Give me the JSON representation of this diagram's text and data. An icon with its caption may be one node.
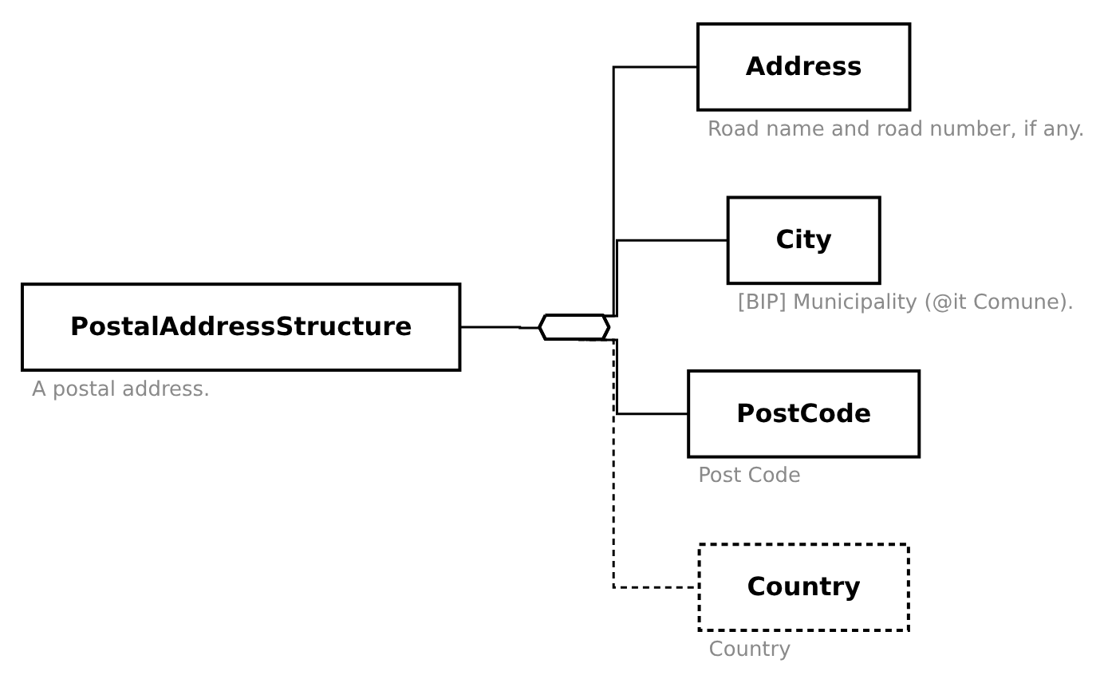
{
  "diagram": {
    "nodes": [
      {
        "text": [
          "PostalAddressStructure"
        ],
        "beside": [
          "A postal address."
        ]
      },
      {
        "text": [],
        "shape": "octagon"
      },
      {
        "text": [
          "Address"
        ],
        "beside": [
          "Road name and road number, if any."
        ]
      },
      {
        "text": [
          "City"
        ],
        "beside": [
          "[BIP] Municipality (@it Comune)."
        ]
      },
      {
        "text": [
          "PostCode"
        ],
        "beside": [
          "Post Code"
        ]
      },
      {
        "text": [
          "Country"
        ],
        "beside": [
          "Country"
        ]
      }
    ],
    "edges": [
      {
        "from": 0,
        "to": 1,
        "arrow": "none"
      },
      {
        "from": 1,
        "to": 2,
        "arrow": "none"
      },
      {
        "from": 1,
        "to": 3,
        "arrow": "none"
      },
      {
        "from": 1,
        "to": 4,
        "arrow": "none"
      },
      {
        "from": 1,
        "to": 5,
        "arrow": "none",
        "style": "dashed"
      }
    ]
  }
}
